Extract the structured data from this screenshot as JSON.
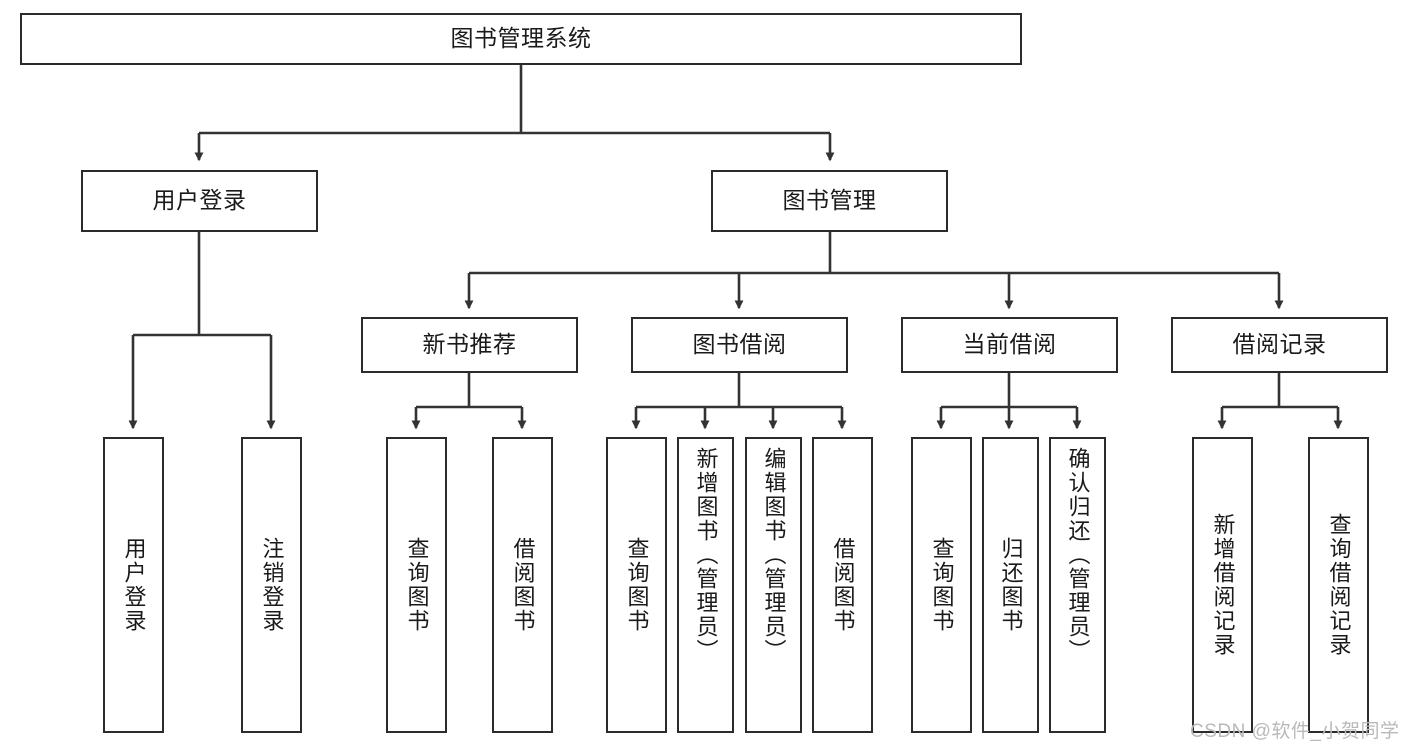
{
  "diagram": {
    "title": "图书管理系统",
    "type": "tree",
    "orientation": "top-down",
    "background_color": "#ffffff",
    "box_border_color": "#2b2b2b",
    "connector_color": "#333333",
    "levels": [
      {
        "level": 1,
        "nodes": [
          {
            "id": "root",
            "label": "图书管理系统",
            "text_direction": "horizontal"
          }
        ]
      },
      {
        "level": 2,
        "nodes": [
          {
            "id": "login",
            "label": "用户登录",
            "text_direction": "horizontal",
            "parent": "root"
          },
          {
            "id": "bookmgmt",
            "label": "图书管理",
            "text_direction": "horizontal",
            "parent": "root"
          }
        ]
      },
      {
        "level": 3,
        "nodes": [
          {
            "id": "newbook",
            "label": "新书推荐",
            "text_direction": "horizontal",
            "parent": "bookmgmt"
          },
          {
            "id": "borrow",
            "label": "图书借阅",
            "text_direction": "horizontal",
            "parent": "bookmgmt"
          },
          {
            "id": "current",
            "label": "当前借阅",
            "text_direction": "horizontal",
            "parent": "bookmgmt"
          },
          {
            "id": "records",
            "label": "借阅记录",
            "text_direction": "horizontal",
            "parent": "bookmgmt"
          }
        ]
      },
      {
        "level": 4,
        "nodes": [
          {
            "id": "leaf-user-login",
            "label": "用户登录",
            "text_direction": "vertical",
            "parent": "login"
          },
          {
            "id": "leaf-user-logout",
            "label": "注销登录",
            "text_direction": "vertical",
            "parent": "login"
          },
          {
            "id": "leaf-query-book-1",
            "label": "查询图书",
            "text_direction": "vertical",
            "parent": "newbook"
          },
          {
            "id": "leaf-borrow-book-1",
            "label": "借阅图书",
            "text_direction": "vertical",
            "parent": "newbook"
          },
          {
            "id": "leaf-query-book-2",
            "label": "查询图书",
            "text_direction": "vertical",
            "parent": "borrow"
          },
          {
            "id": "leaf-add-book",
            "label": "新增图书（管理员）",
            "text_direction": "vertical",
            "parent": "borrow"
          },
          {
            "id": "leaf-edit-book",
            "label": "编辑图书（管理员）",
            "text_direction": "vertical",
            "parent": "borrow"
          },
          {
            "id": "leaf-borrow-book-2",
            "label": "借阅图书",
            "text_direction": "vertical",
            "parent": "borrow"
          },
          {
            "id": "leaf-query-book-3",
            "label": "查询图书",
            "text_direction": "vertical",
            "parent": "current"
          },
          {
            "id": "leaf-return-book",
            "label": "归还图书",
            "text_direction": "vertical",
            "parent": "current"
          },
          {
            "id": "leaf-confirm-return",
            "label": "确认归还（管理员）",
            "text_direction": "vertical",
            "parent": "current"
          },
          {
            "id": "leaf-add-record",
            "label": "新增借阅记录",
            "text_direction": "vertical",
            "parent": "records"
          },
          {
            "id": "leaf-query-record",
            "label": "查询借阅记录",
            "text_direction": "vertical",
            "parent": "records"
          }
        ]
      }
    ]
  },
  "watermark": {
    "text": "CSDN @软件_小贺同学",
    "color": "#b9b9b9"
  }
}
